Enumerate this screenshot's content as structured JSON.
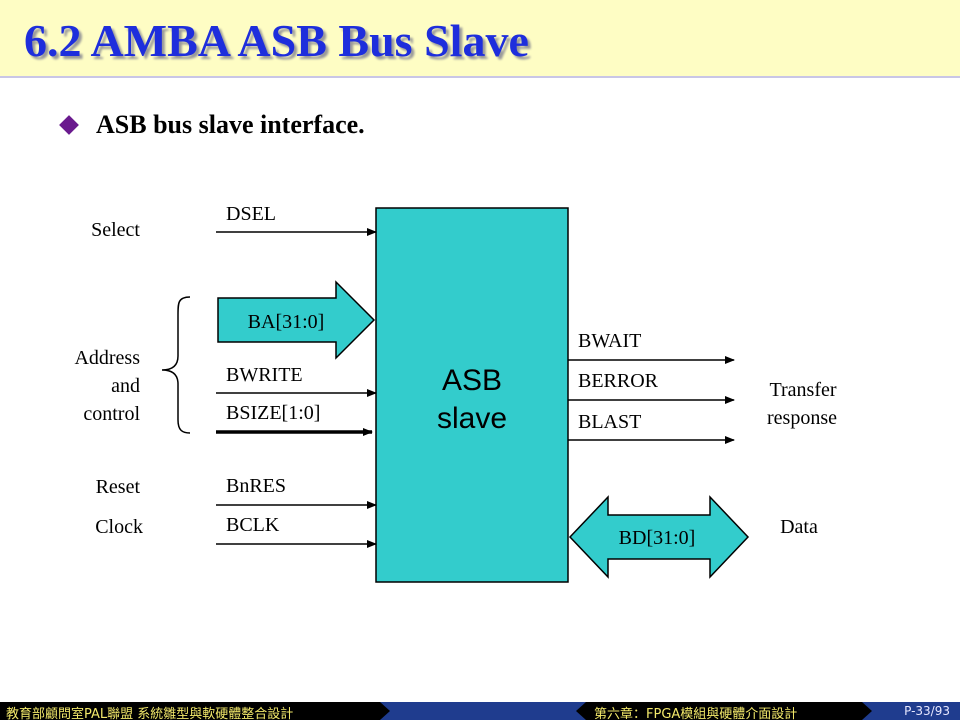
{
  "title": "6.2 AMBA ASB Bus Slave",
  "bullet": "ASB bus slave interface.",
  "diagram": {
    "box_line1": "ASB",
    "box_line2": "slave",
    "left_groups": {
      "select": "Select",
      "address_line1": "Address",
      "address_line2": "and",
      "address_line3": "control",
      "reset": "Reset",
      "clock": "Clock"
    },
    "input_signals": {
      "dsel": "DSEL",
      "ba": "BA[31:0]",
      "bwrite": "BWRITE",
      "bsize": "BSIZE[1:0]",
      "bnres": "BnRES",
      "bclk": "BCLK"
    },
    "output_signals": {
      "bwait": "BWAIT",
      "berror": "BERROR",
      "blast": "BLAST",
      "bd": "BD[31:0]"
    },
    "right_groups": {
      "transfer_line1": "Transfer",
      "transfer_line2": "response",
      "data": "Data"
    },
    "colors": {
      "box": "#33cccc",
      "title": "#1e2edc",
      "bullet": "#6a1a8e"
    }
  },
  "footer": {
    "left": "教育部顧問室PAL聯盟 系統雛型與軟硬體整合設計",
    "middle": "第六章：FPGA模組與硬體介面設計",
    "page": "P-33/93"
  }
}
